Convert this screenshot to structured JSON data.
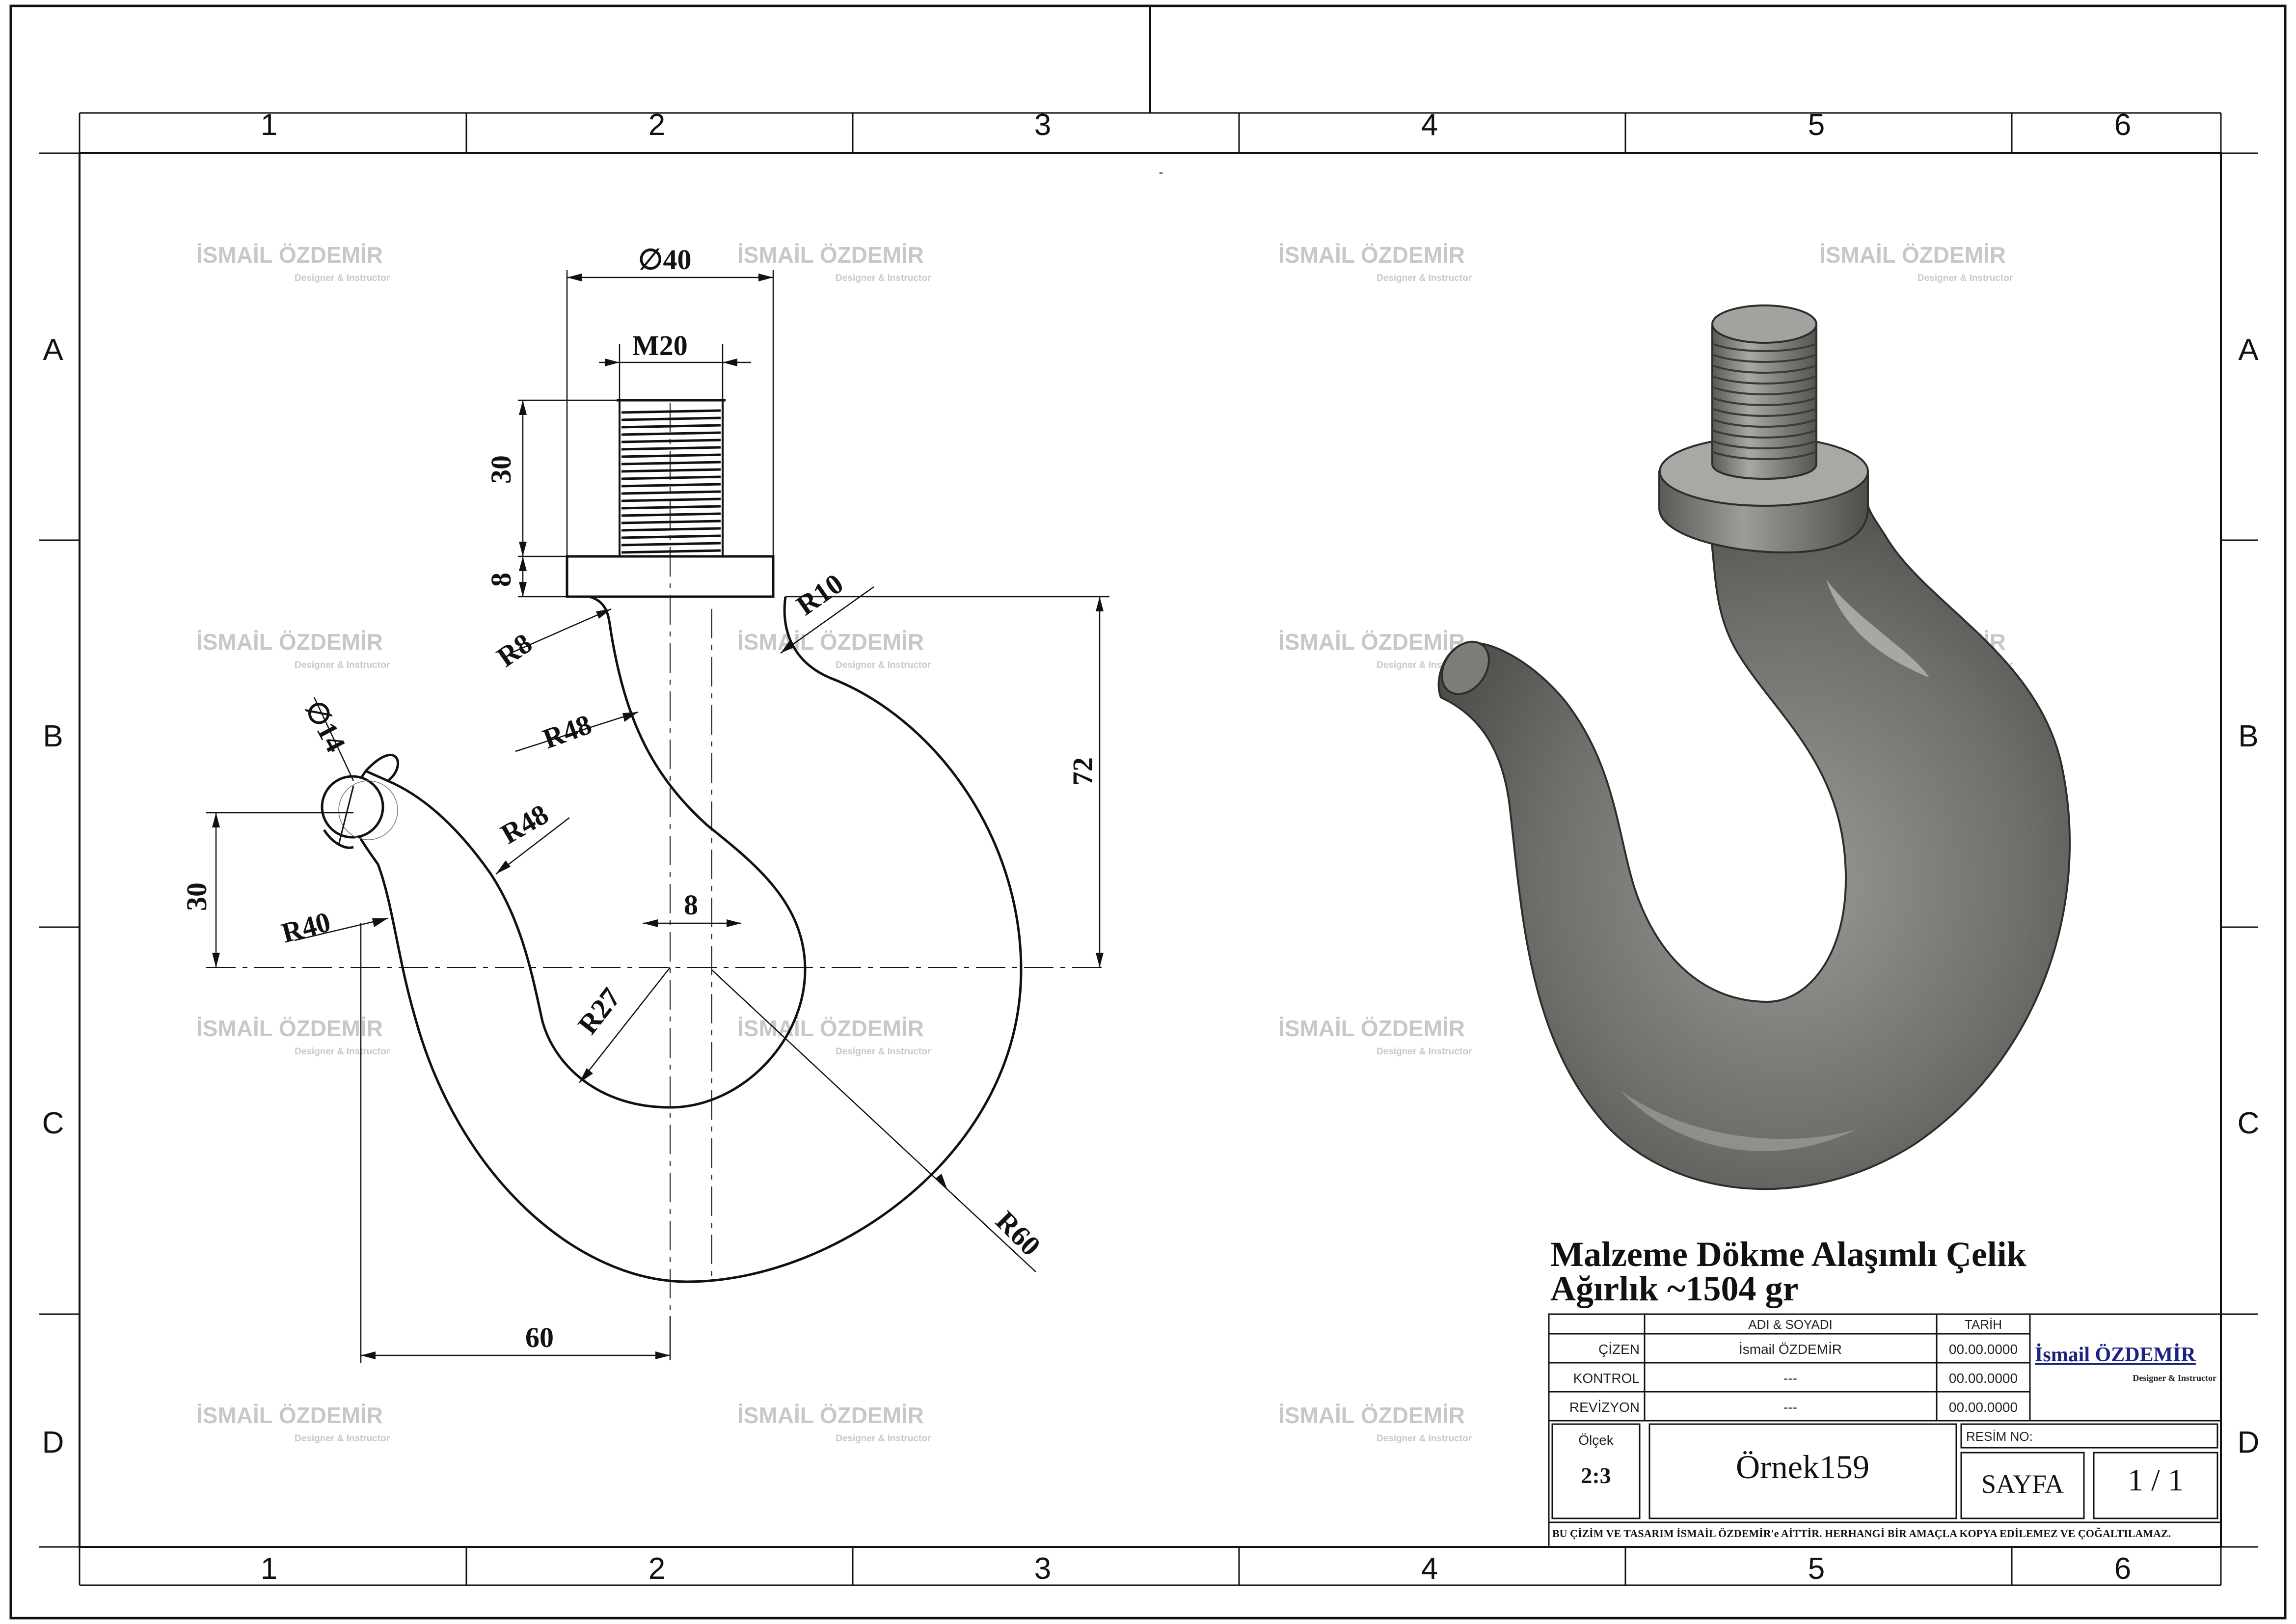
{
  "sheet": {
    "zone_columns": [
      "1",
      "2",
      "3",
      "4",
      "5",
      "6"
    ],
    "zone_rows": [
      "A",
      "B",
      "C",
      "D"
    ],
    "center_mark": "-"
  },
  "watermark": {
    "name": "İSMAİL ÖZDEMİR",
    "role": "Designer & Instructor"
  },
  "dimensions": {
    "d40": "∅40",
    "m20": "M20",
    "h30": "30",
    "h8": "8",
    "r10": "R10",
    "r8": "R8",
    "d14": "∅14",
    "r48a": "R48",
    "r48b": "R48",
    "h72": "72",
    "h30b": "30",
    "r40": "R40",
    "w8": "8",
    "r27": "R27",
    "r60": "R60",
    "w60": "60"
  },
  "material": {
    "line1": "Malzeme Dökme Alaşımlı Çelik",
    "line2": "Ağırlık ~1504 gr"
  },
  "title_block": {
    "col_name": "ADI & SOYADI",
    "col_date": "TARİH",
    "rows": [
      {
        "label": "ÇİZEN",
        "name": "İsmail ÖZDEMİR",
        "date": "00.00.0000"
      },
      {
        "label": "KONTROL",
        "name": "---",
        "date": "00.00.0000"
      },
      {
        "label": "REVİZYON",
        "name": "---",
        "date": "00.00.0000"
      }
    ],
    "logo_name": "İsmail ÖZDEMİR",
    "logo_role": "Designer & Instructor",
    "scale_label": "Ölçek",
    "scale_value": "2:3",
    "drawing_name": "Örnek159",
    "drawing_no_label": "RESİM NO:",
    "page_label": "SAYFA",
    "page_value": "1 / 1",
    "copyright": "BU ÇİZİM VE TASARIM İSMAİL ÖZDEMİR'e AİTTİR. HERHANGİ BİR AMAÇLA KOPYA EDİLEMEZ VE ÇOĞALTILAMAZ."
  },
  "colors": {
    "ink": "#111111",
    "body": "#6f6e6a",
    "watermark": "#c8c8c8",
    "logo_blue": "#1a237e"
  }
}
